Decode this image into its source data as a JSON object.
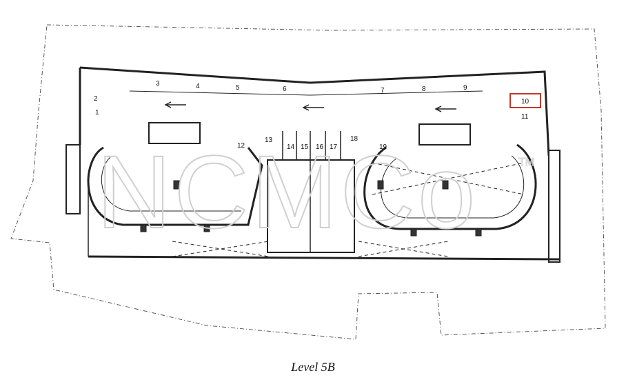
{
  "caption": "Level 5B",
  "watermark": {
    "text": "NCMCo",
    "mark": "TM"
  },
  "units": [
    {
      "id": "u1",
      "label": "1"
    },
    {
      "id": "u2",
      "label": "2"
    },
    {
      "id": "u3",
      "label": "3"
    },
    {
      "id": "u4",
      "label": "4"
    },
    {
      "id": "u5",
      "label": "5"
    },
    {
      "id": "u6",
      "label": "6"
    },
    {
      "id": "u7",
      "label": "7"
    },
    {
      "id": "u8",
      "label": "8"
    },
    {
      "id": "u9",
      "label": "9"
    },
    {
      "id": "u10",
      "label": "10",
      "highlighted": true
    },
    {
      "id": "u11",
      "label": "11"
    },
    {
      "id": "u12",
      "label": "12"
    },
    {
      "id": "u13",
      "label": "13"
    },
    {
      "id": "u14",
      "label": "14"
    },
    {
      "id": "u15",
      "label": "15"
    },
    {
      "id": "u16",
      "label": "16"
    },
    {
      "id": "u17",
      "label": "17"
    },
    {
      "id": "u18",
      "label": "18"
    },
    {
      "id": "u19",
      "label": "19"
    }
  ],
  "colors": {
    "highlight": "#c0392b",
    "wall": "#222222",
    "watermark": "#cfcfcf"
  }
}
